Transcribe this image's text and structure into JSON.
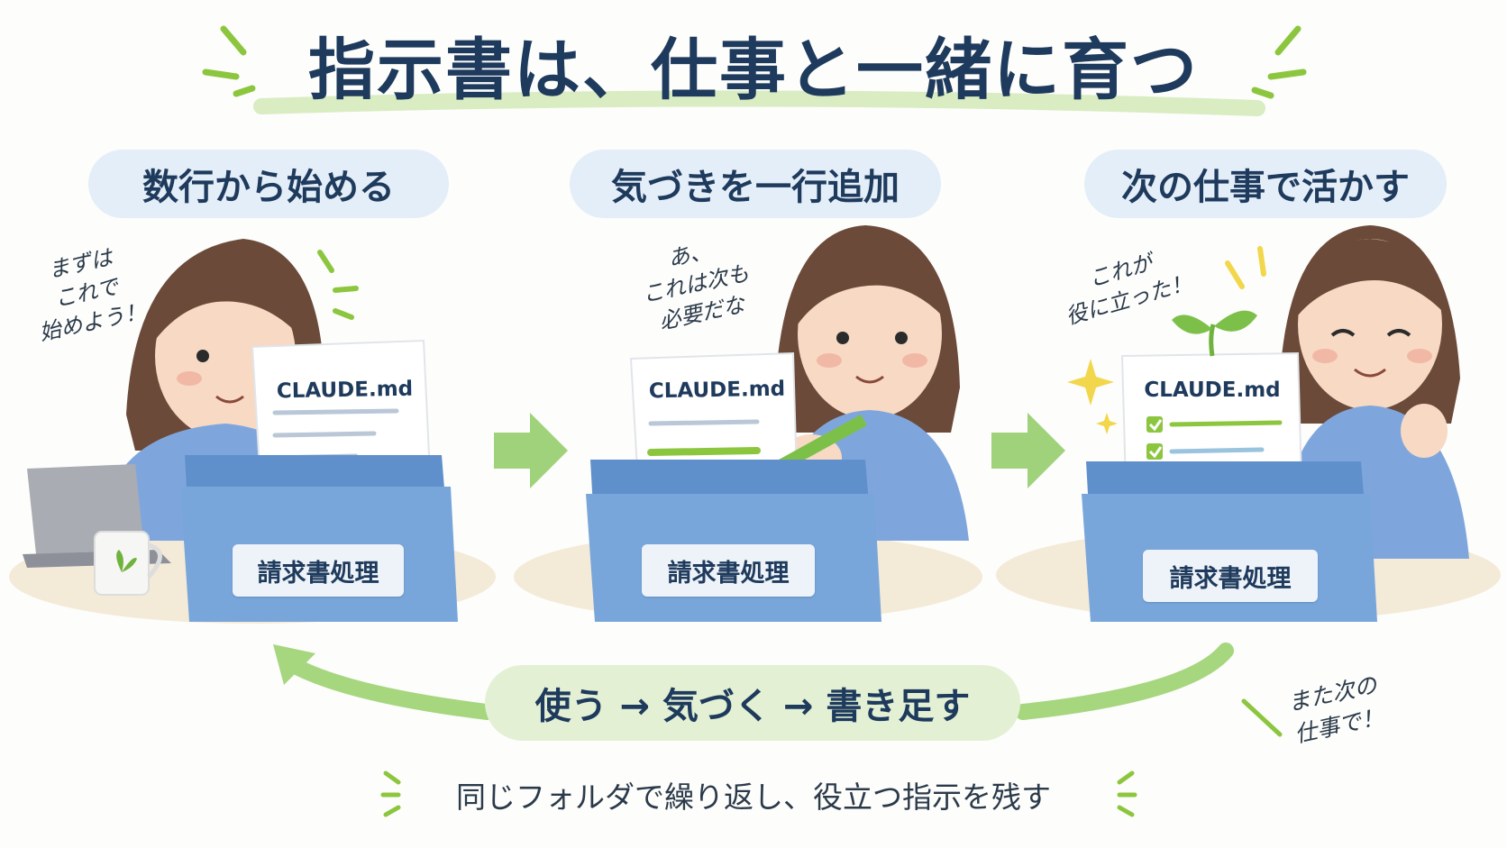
{
  "title": "指示書は、仕事と一緒に育つ",
  "steps": [
    {
      "label": "数行から始める",
      "speech": "まずは\nこれで\n始めよう！",
      "document": "CLAUDE.md",
      "folder": "請求書処理"
    },
    {
      "label": "気づきを一行追加",
      "speech": "あ、\nこれは次も\n必要だな",
      "document": "CLAUDE.md",
      "folder": "請求書処理"
    },
    {
      "label": "次の仕事で活かす",
      "speech": "これが\n役に立った！",
      "document": "CLAUDE.md",
      "folder": "請求書処理"
    }
  ],
  "cycle": "使う → 気づく → 書き足す",
  "cycle_note": "また次の\n仕事で！",
  "footer": "同じフォルダで繰り返し、役立つ指示を残す",
  "colors": {
    "accent_green": "#8cc63f",
    "folder_blue": "#6f9fd6",
    "title_navy": "#1e3a5c",
    "pill_blue": "#e4eef8",
    "pill_green": "#e3f0d4",
    "shirt_blue": "#7fa6dc",
    "hair_brown": "#6b4a3a"
  }
}
